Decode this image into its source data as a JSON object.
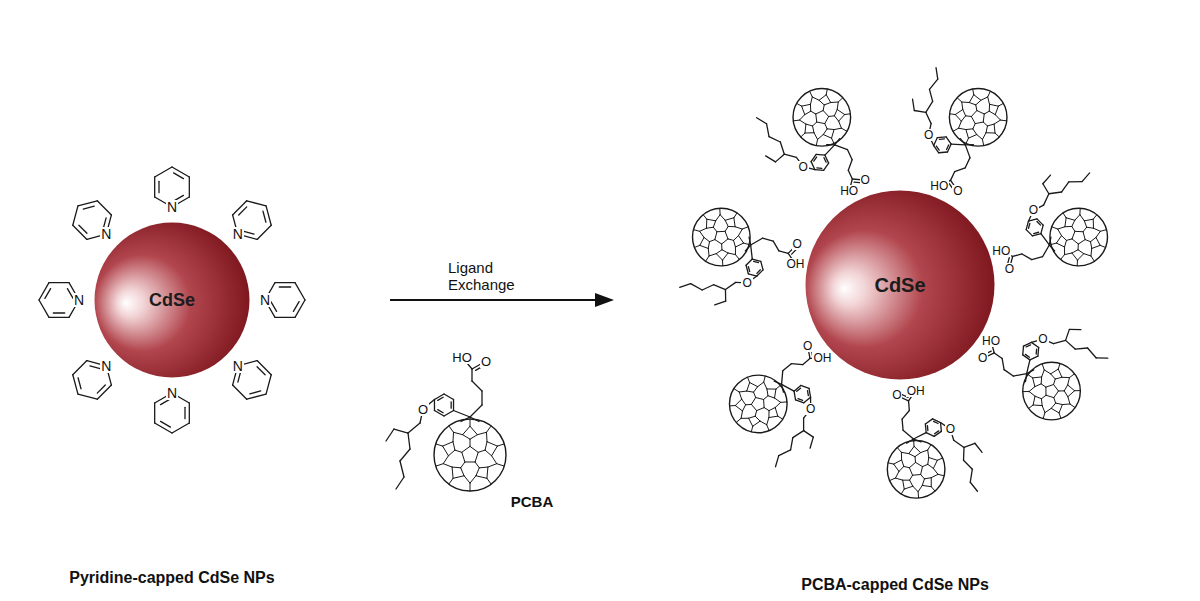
{
  "diagram": {
    "nodes": [
      {
        "text": [
          "CdSe"
        ]
      },
      {
        "text": [
          "CdSe"
        ]
      }
    ],
    "labels": [
      "Pyridine-capped CdSe NPs",
      "Ligand Exchange",
      "PCBA",
      "PCBA-capped CdSe NPs",
      "N",
      "N",
      "N",
      "N",
      "N",
      "N",
      "N",
      "N",
      "O",
      "O",
      "HO",
      "O",
      "O",
      "OH",
      "O",
      "O",
      "HO",
      "O",
      "O",
      "HO",
      "O",
      "O",
      "HO",
      "O",
      "O",
      "HO",
      "O",
      "O",
      "OH",
      "O",
      "O",
      "OH"
    ]
  }
}
